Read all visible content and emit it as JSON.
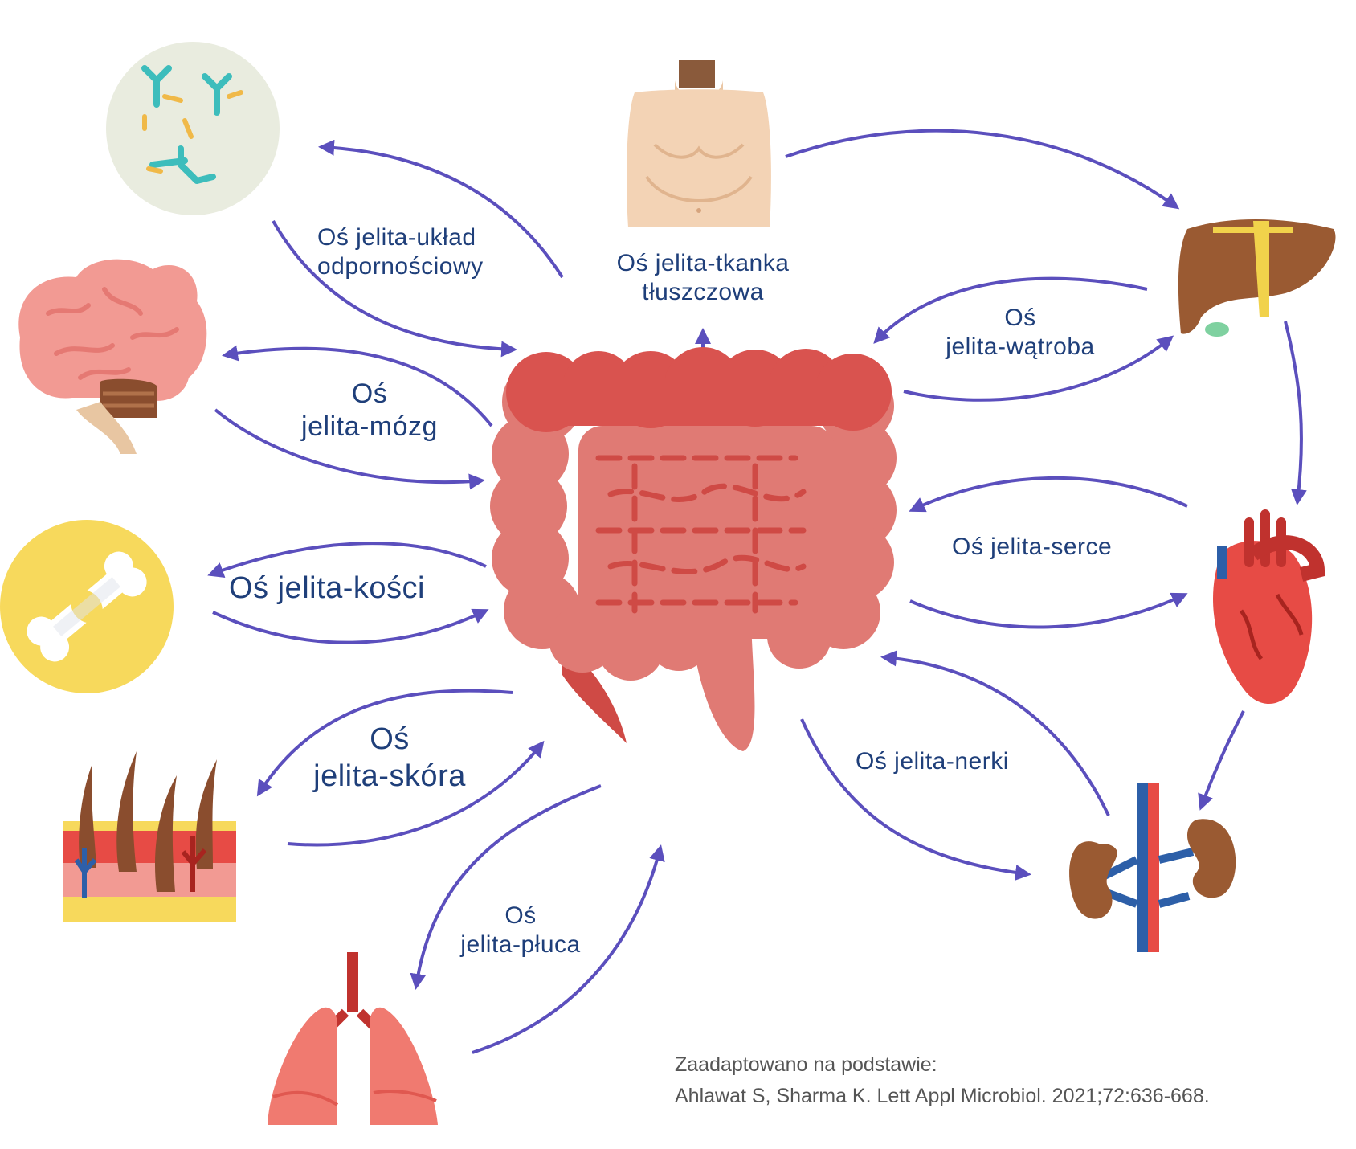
{
  "colors": {
    "arrow": "#5b4fbd",
    "label": "#1f3f7a",
    "credit": "#555555",
    "intestine": "#d9534f",
    "intestine_light": "#e07a74"
  },
  "center": {
    "name": "intestine-icon"
  },
  "axes": [
    {
      "id": "immune",
      "icon": "antibody-icon",
      "lines": [
        "Oś jelita-układ",
        "odpornościowy"
      ]
    },
    {
      "id": "adipose",
      "icon": "torso-icon",
      "lines": [
        "Oś jelita-tkanka",
        "tłuszczowa"
      ]
    },
    {
      "id": "liver",
      "icon": "liver-icon",
      "lines": [
        "Oś",
        "jelita-wątroba"
      ]
    },
    {
      "id": "brain",
      "icon": "brain-icon",
      "lines": [
        "Oś",
        "jelita-mózg"
      ]
    },
    {
      "id": "heart",
      "icon": "heart-icon",
      "lines": [
        "Oś jelita-serce"
      ]
    },
    {
      "id": "bone",
      "icon": "bone-joint-icon",
      "lines": [
        "Oś jelita-kości"
      ]
    },
    {
      "id": "kidney",
      "icon": "kidney-icon",
      "lines": [
        "Oś jelita-nerki"
      ]
    },
    {
      "id": "skin",
      "icon": "skin-hair-icon",
      "lines": [
        "Oś",
        "jelita-skóra"
      ]
    },
    {
      "id": "lung",
      "icon": "lungs-icon",
      "lines": [
        "Oś",
        "jelita-płuca"
      ]
    }
  ],
  "credit": {
    "line1": "Zaadaptowano na podstawie:",
    "line2": "Ahlawat S, Sharma K. Lett Appl Microbiol. 2021;72:636-668."
  }
}
